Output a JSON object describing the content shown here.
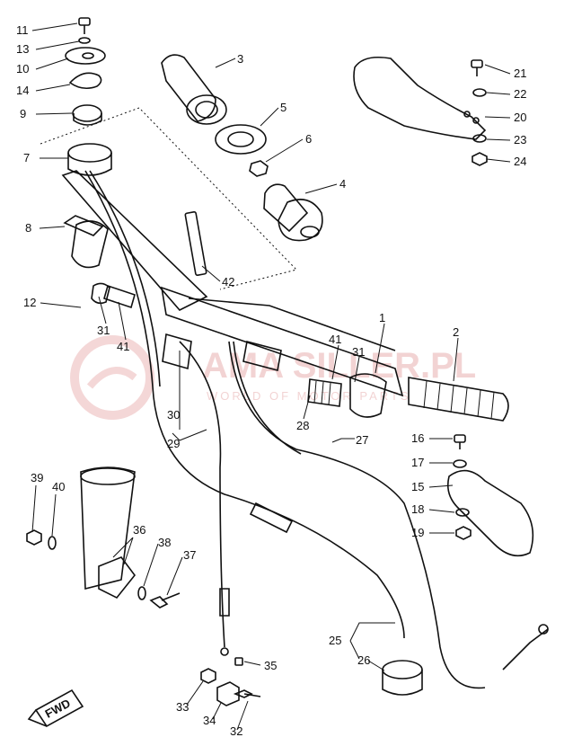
{
  "watermark": {
    "brand": "AMA SILLER.PL",
    "tagline": "WORLD OF MOTOR PARTS"
  },
  "fwd_label": "FWD",
  "callouts": [
    {
      "num": "11"
    },
    {
      "num": "13"
    },
    {
      "num": "10"
    },
    {
      "num": "14"
    },
    {
      "num": "9"
    },
    {
      "num": "7"
    },
    {
      "num": "8"
    },
    {
      "num": "12"
    },
    {
      "num": "31"
    },
    {
      "num": "41"
    },
    {
      "num": "3"
    },
    {
      "num": "5"
    },
    {
      "num": "6"
    },
    {
      "num": "4"
    },
    {
      "num": "42"
    },
    {
      "num": "21"
    },
    {
      "num": "22"
    },
    {
      "num": "20"
    },
    {
      "num": "23"
    },
    {
      "num": "24"
    },
    {
      "num": "1"
    },
    {
      "num": "2"
    },
    {
      "num": "41"
    },
    {
      "num": "31"
    },
    {
      "num": "30"
    },
    {
      "num": "29"
    },
    {
      "num": "28"
    },
    {
      "num": "27"
    },
    {
      "num": "16"
    },
    {
      "num": "17"
    },
    {
      "num": "15"
    },
    {
      "num": "18"
    },
    {
      "num": "19"
    },
    {
      "num": "39"
    },
    {
      "num": "40"
    },
    {
      "num": "36"
    },
    {
      "num": "38"
    },
    {
      "num": "37"
    },
    {
      "num": "25"
    },
    {
      "num": "26"
    },
    {
      "num": "35"
    },
    {
      "num": "33"
    },
    {
      "num": "34"
    },
    {
      "num": "32"
    }
  ],
  "colors": {
    "ink": "#111111",
    "watermark": "#e9b0b0"
  }
}
